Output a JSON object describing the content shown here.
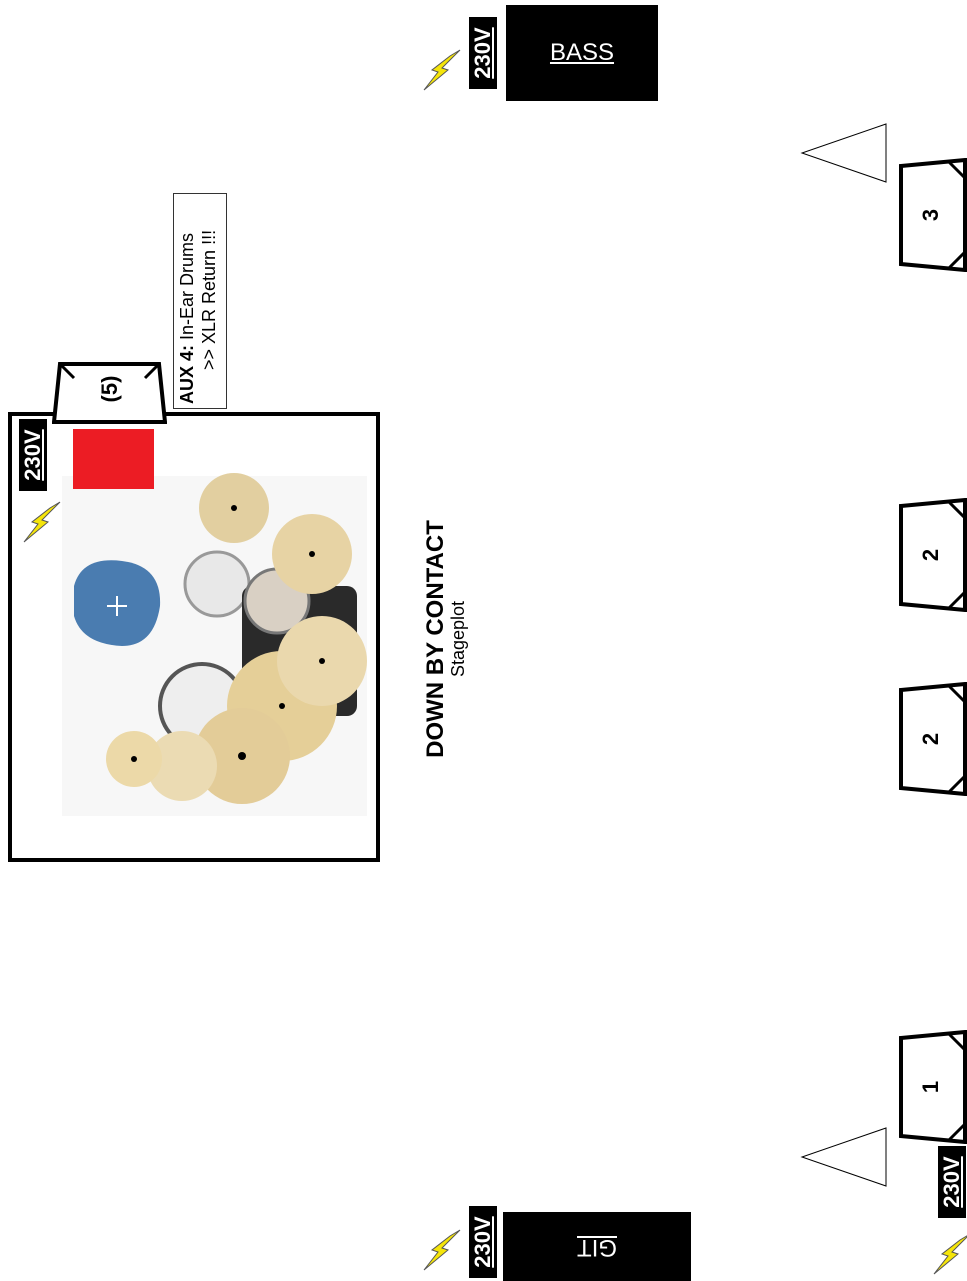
{
  "band": {
    "name": "DOWN BY CONTACT",
    "subtitle": "Stageplot"
  },
  "power_label": "230V",
  "amps": {
    "bass": "BASS",
    "guitar": "GIT"
  },
  "monitors": {
    "aux5": "(5)",
    "m1": "1",
    "m2a": "2",
    "m2b": "2",
    "m3": "3"
  },
  "aux_note": {
    "label": "AUX 4:",
    "text": "In-Ear Drums",
    "line2": ">> XLR Return !!!"
  },
  "colors": {
    "riser_marker": "#ec1c24",
    "bolt": "#f5e50a",
    "throne": "#4a7cb0"
  }
}
